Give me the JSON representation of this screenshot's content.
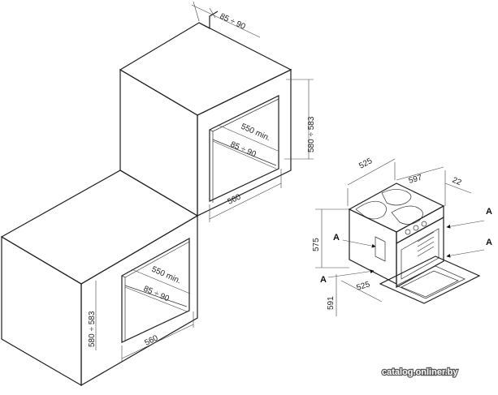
{
  "dims": {
    "gap_top": "85 ÷ 90",
    "h_upper": "580 ÷ 583",
    "depth_upper": "550 min.",
    "gap_upper": "85 ÷ 90",
    "width_upper": "560",
    "h_lower": "580 ÷ 583",
    "depth_lower": "550 min.",
    "gap_lower": "85 ÷ 90",
    "width_lower": "560",
    "oven_depth": "525",
    "oven_width": "597",
    "oven_offset": "22",
    "oven_height": "575",
    "door_depth": "525",
    "door_height": "591"
  },
  "labels": [
    "A",
    "A",
    "A",
    "A"
  ],
  "watermark": "catalog.onliner.by"
}
